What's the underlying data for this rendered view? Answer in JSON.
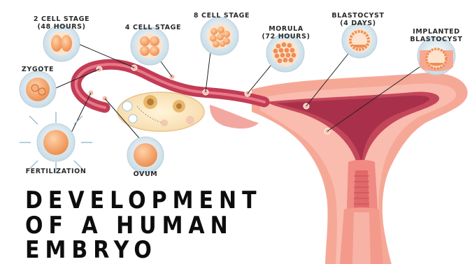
{
  "labels": {
    "cell2": "2 CELL STAGE",
    "cell2_time": "(48 HOURS)",
    "cell4": "4 CELL STAGE",
    "cell8": "8 CELL STAGE",
    "morula": "MORULA",
    "morula_time": "(72 HOURS)",
    "blastocyst": "BLASTOCYST",
    "blastocyst_time": "(4 DAYS)",
    "implanted_1": "IMPLANTED",
    "implanted_2": "BLASTOCYST",
    "zygote": "ZYGOTE",
    "fertilization": "FERTILIZATION",
    "ovum": "OVUM"
  },
  "title": {
    "line1": "DEVELOPMENT",
    "line2": "OF A HUMAN",
    "line3": "EMBRYO"
  },
  "colors": {
    "uterus": "#f4a091",
    "uterus_dark": "#d9706a",
    "tube": "#b5334a",
    "cell": "#f39a5a",
    "bubble": "#c8dde8"
  }
}
